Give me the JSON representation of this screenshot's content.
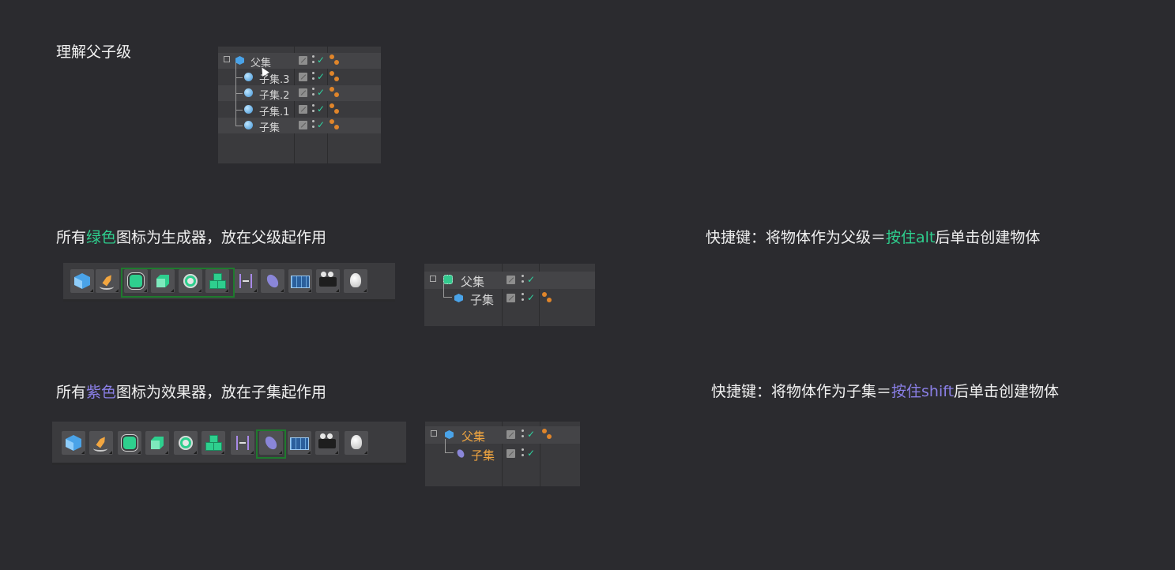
{
  "headings": {
    "understand": "理解父子级",
    "green_prefix": "所有",
    "green_word": "绿色",
    "green_suffix": "图标为生成器，放在父级起作用",
    "purple_prefix": "所有",
    "purple_word": "紫色",
    "purple_suffix": "图标为效果器，放在子集起作用",
    "shortcut1_prefix": "快捷键：将物体作为父级＝",
    "shortcut1_key": "按住alt",
    "shortcut1_suffix": "后单击创建物体",
    "shortcut2_prefix": "快捷键：将物体作为子集＝",
    "shortcut2_key": "按住shift",
    "shortcut2_suffix": "后单击创建物体"
  },
  "om_top": {
    "rows": [
      {
        "label": "父集"
      },
      {
        "label": "子集.3"
      },
      {
        "label": "子集.2"
      },
      {
        "label": "子集.1"
      },
      {
        "label": "子集"
      }
    ]
  },
  "om_mid": {
    "rows": [
      {
        "label": "父集"
      },
      {
        "label": "子集"
      }
    ]
  },
  "om_bot": {
    "rows": [
      {
        "label": "父集"
      },
      {
        "label": "子集"
      }
    ]
  },
  "toolbar_icons": [
    "cube-icon",
    "pen-spline-icon",
    "subdivision-generator-icon",
    "extrude-generator-icon",
    "lathe-generator-icon",
    "cloner-generator-icon",
    "symmetry-icon",
    "deformer-effector-icon",
    "floor-grid-icon",
    "camera-icon",
    "light-bulb-icon"
  ],
  "colors": {
    "background": "#2b2b2f",
    "generator_green": "#2ecf8e",
    "effector_purple": "#8a7fe6",
    "highlight_frame": "#1f7a2e",
    "selected_orange": "#f2a640"
  }
}
